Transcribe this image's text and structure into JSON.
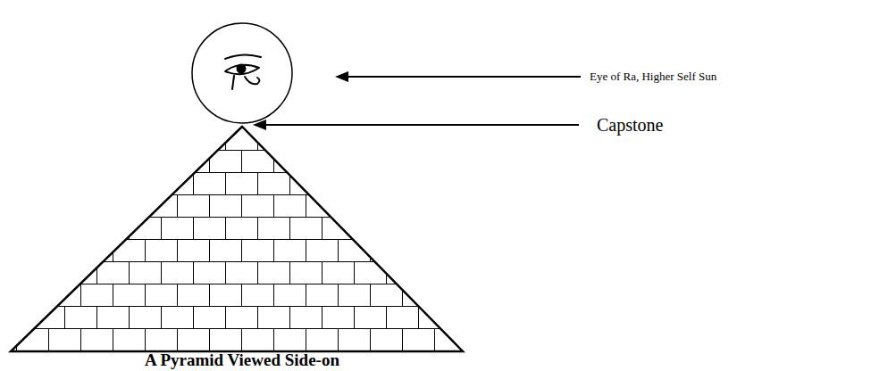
{
  "diagram": {
    "caption": "A Pyramid Viewed Side-on",
    "labels": [
      "Eye of Ra, Higher Self Sun",
      "Capstone"
    ]
  }
}
